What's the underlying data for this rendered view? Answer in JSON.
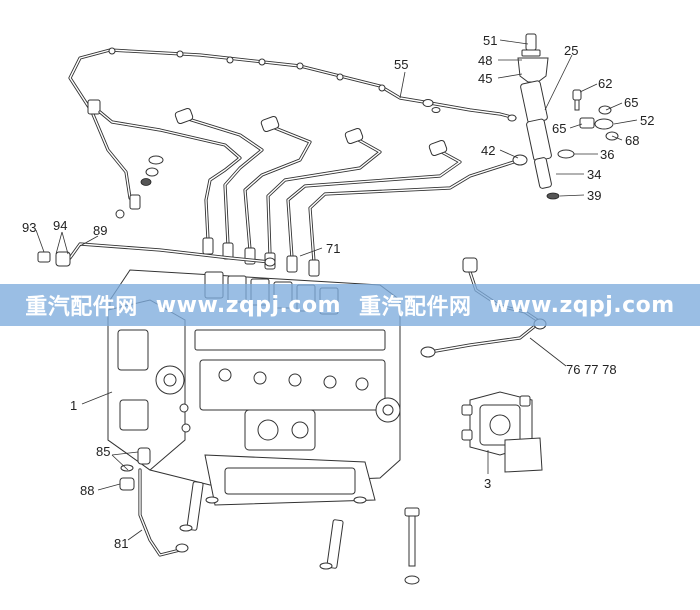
{
  "diagram": {
    "callouts": [
      {
        "id": "51",
        "label": "51"
      },
      {
        "id": "25",
        "label": "25"
      },
      {
        "id": "48",
        "label": "48"
      },
      {
        "id": "45",
        "label": "45"
      },
      {
        "id": "55",
        "label": "55"
      },
      {
        "id": "62",
        "label": "62"
      },
      {
        "id": "65a",
        "label": "65"
      },
      {
        "id": "52",
        "label": "52"
      },
      {
        "id": "65b",
        "label": "65"
      },
      {
        "id": "68",
        "label": "68"
      },
      {
        "id": "42",
        "label": "42"
      },
      {
        "id": "36",
        "label": "36"
      },
      {
        "id": "34",
        "label": "34"
      },
      {
        "id": "39",
        "label": "39"
      },
      {
        "id": "93",
        "label": "93"
      },
      {
        "id": "94",
        "label": "94"
      },
      {
        "id": "89",
        "label": "89"
      },
      {
        "id": "71",
        "label": "71"
      },
      {
        "id": "1",
        "label": "1"
      },
      {
        "id": "767778",
        "label": "76 77 78"
      },
      {
        "id": "3",
        "label": "3"
      },
      {
        "id": "85",
        "label": "85"
      },
      {
        "id": "88",
        "label": "88"
      },
      {
        "id": "81",
        "label": "81"
      }
    ]
  },
  "watermark": {
    "segments": [
      "重汽配件网",
      "www.zqpj.com",
      "重汽配件网",
      "www.zqpj.com"
    ],
    "color": "#7eacdc"
  }
}
